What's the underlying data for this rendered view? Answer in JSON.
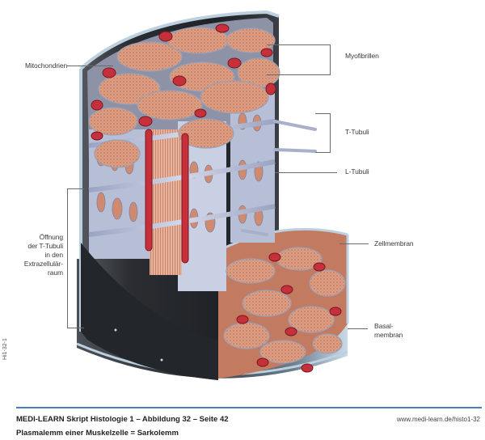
{
  "figure": {
    "description": "3D cutaway illustration of a skeletal muscle cell showing myofibrils, mitochondria, T-tubules, L-tubules, cell membrane and basal membrane",
    "colors": {
      "myofibril": "#d99a7e",
      "myofibril_dark": "#b86a50",
      "mitochondria": "#c6303a",
      "tubule_system": "#b7bfd6",
      "sarcolemma_dark": "#2b2e33",
      "basal_membrane": "#bcd0df"
    },
    "labels": {
      "mitochondria": "Mitochondrien",
      "myofibrils": "Myofibrillen",
      "t_tubules": "T-Tubuli",
      "l_tubules": "L-Tubuli",
      "t_tubule_opening": [
        "Öffnung",
        "der T-Tubuli",
        "in den",
        "Extrazellulär-",
        "raum"
      ],
      "cell_membrane": "Zellmembran",
      "basal_membrane": [
        "Basal-",
        "membran"
      ]
    },
    "side_code": "Hi1-32-1"
  },
  "footer": {
    "title": "MEDI-LEARN Skript Histologie 1 – Abbildung 32 – Seite 42",
    "subtitle": "Plasmalemm einer Muskelzelle = Sarkolemm",
    "url": "www.medi-learn.de/histo1-32",
    "rule_color": "#4a7fbf"
  }
}
